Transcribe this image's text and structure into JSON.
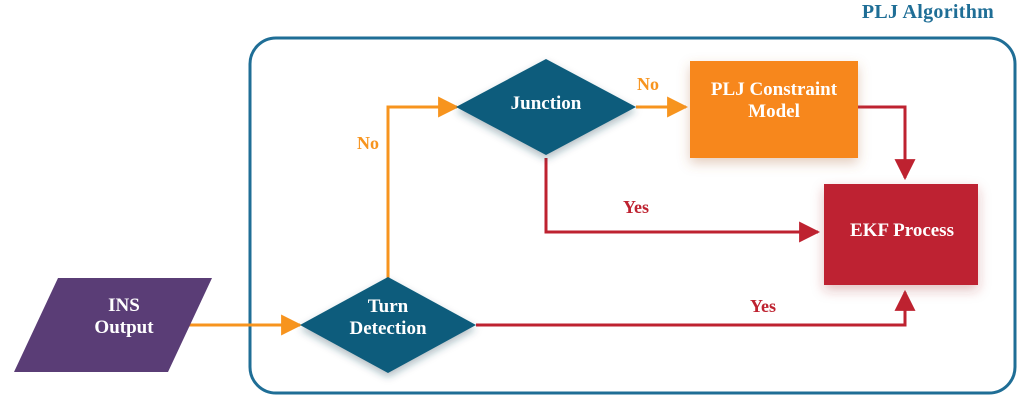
{
  "diagram": {
    "title": "PLJ Algorithm",
    "title_color": "#1F6E96",
    "container_border_color": "#1F6E96"
  },
  "nodes": {
    "ins_output": {
      "label": "INS\nOutput",
      "shape": "parallelogram",
      "fill": "#5A3D76"
    },
    "turn_detection": {
      "label": "Turn\nDetection",
      "shape": "diamond",
      "fill": "#0E5C7B"
    },
    "junction": {
      "label": "Junction",
      "shape": "diamond",
      "fill": "#0E5C7B"
    },
    "plj_constraint_model": {
      "label": "PLJ Constraint\nModel",
      "shape": "rectangle",
      "fill": "#F7871E"
    },
    "ekf_process": {
      "label": "EKF Process",
      "shape": "rectangle",
      "fill": "#BE2230"
    }
  },
  "edges": {
    "ins_to_turn": {
      "label": "",
      "color": "#F7941E"
    },
    "turn_no_to_junction": {
      "label": "No",
      "color": "#F7941E"
    },
    "junction_no_to_plj": {
      "label": "No",
      "color": "#F7941E"
    },
    "junction_yes_to_ekf": {
      "label": "Yes",
      "color": "#BE2230"
    },
    "turn_yes_to_ekf": {
      "label": "Yes",
      "color": "#BE2230"
    },
    "plj_to_ekf": {
      "label": "",
      "color": "#BE2230"
    }
  },
  "colors": {
    "orange": "#F7941E",
    "orange_box": "#F7871E",
    "crimson": "#BE2230",
    "teal": "#0E5C7B",
    "purple": "#5A3D76",
    "border_blue": "#1F6E96"
  }
}
